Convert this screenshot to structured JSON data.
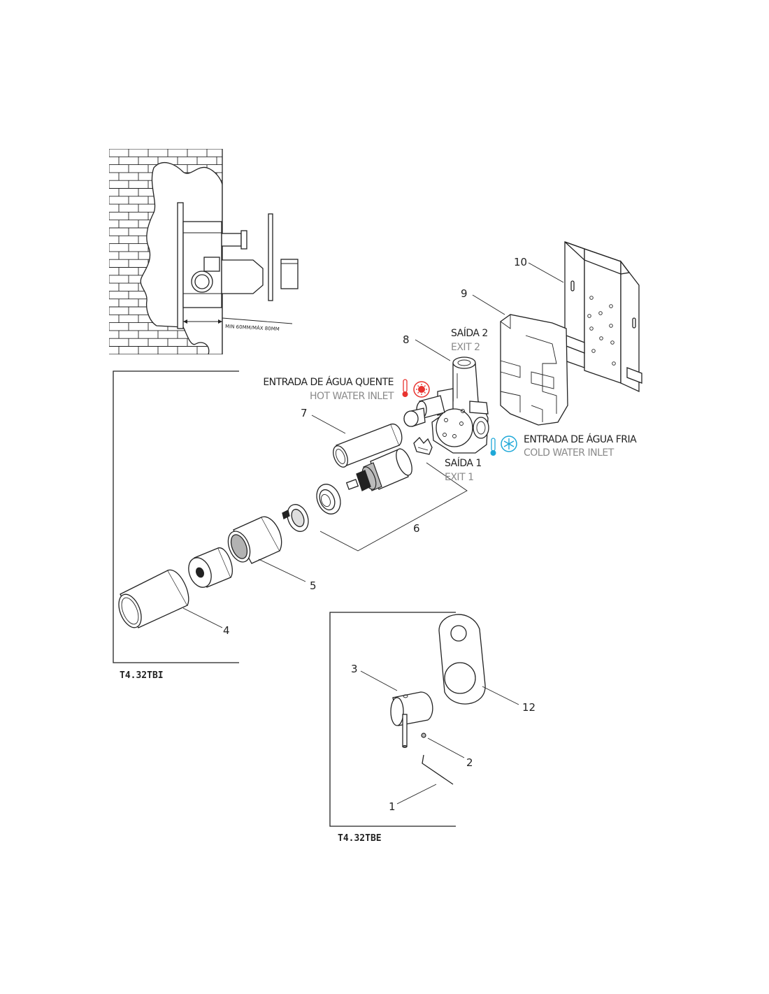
{
  "labels": {
    "exit2_pt": "SAÍDA 2",
    "exit2_en": "EXIT 2",
    "exit1_pt": "SAÍDA 1",
    "exit1_en": "EXIT 1",
    "hot_pt": "ENTRADA DE ÁGUA QUENTE",
    "hot_en": "HOT WATER INLET",
    "cold_pt": "ENTRADA DE ÁGUA FRIA",
    "cold_en": "COLD WATER INLET",
    "dimension": "MIN 60MM/MÁX 80MM"
  },
  "models": {
    "internal": "T4.32TBI",
    "external": "T4.32TBE"
  },
  "parts": [
    "1",
    "2",
    "3",
    "4",
    "5",
    "6",
    "7",
    "8",
    "9",
    "10",
    "12"
  ],
  "colors": {
    "line": "#222222",
    "secondary_text": "#8a8a8a",
    "hot": "#e8332f",
    "cold": "#1ea8d8"
  },
  "icons": {
    "hot": [
      "thermometer-icon",
      "sun-icon"
    ],
    "cold": [
      "thermometer-icon",
      "snowflake-icon"
    ]
  }
}
